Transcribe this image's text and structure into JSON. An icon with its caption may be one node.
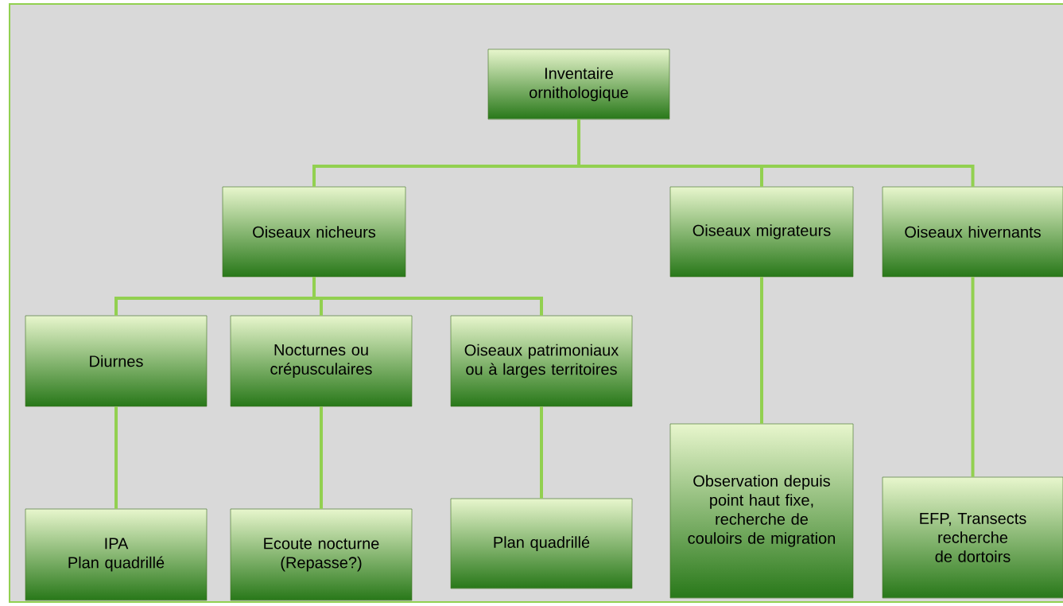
{
  "diagram": {
    "nodes": [
      {
        "text": [
          "Inventaire ornithologique"
        ]
      },
      {
        "text": [
          "Oiseaux nicheurs"
        ]
      },
      {
        "text": [
          "Oiseaux migrateurs"
        ]
      },
      {
        "text": [
          "Oiseaux hivernants"
        ]
      },
      {
        "text": [
          "Diurnes"
        ]
      },
      {
        "text": [
          "Nocturnes ou crépusculaires"
        ]
      },
      {
        "text": [
          "Oiseaux patrimoniaux ou à larges territoires"
        ]
      },
      {
        "text": [
          "IPA",
          "Plan quadrillé"
        ]
      },
      {
        "text": [
          "Ecoute nocturne (Repasse?)"
        ]
      },
      {
        "text": [
          "Plan quadrillé"
        ]
      },
      {
        "text": [
          "Observation depuis point haut fixe, recherche de couloirs de migration"
        ]
      },
      {
        "text": [
          "EFP, Transects recherche de dortoirs"
        ]
      }
    ],
    "edges": [
      {
        "from": 0,
        "to": 1,
        "arrow": "none"
      },
      {
        "from": 0,
        "to": 2,
        "arrow": "none"
      },
      {
        "from": 0,
        "to": 3,
        "arrow": "none"
      },
      {
        "from": 1,
        "to": 4,
        "arrow": "none"
      },
      {
        "from": 1,
        "to": 5,
        "arrow": "none"
      },
      {
        "from": 1,
        "to": 6,
        "arrow": "none"
      },
      {
        "from": 4,
        "to": 7,
        "arrow": "none"
      },
      {
        "from": 5,
        "to": 8,
        "arrow": "none"
      },
      {
        "from": 6,
        "to": 9,
        "arrow": "none"
      },
      {
        "from": 2,
        "to": 10,
        "arrow": "none"
      },
      {
        "from": 3,
        "to": 11,
        "arrow": "none"
      }
    ]
  }
}
